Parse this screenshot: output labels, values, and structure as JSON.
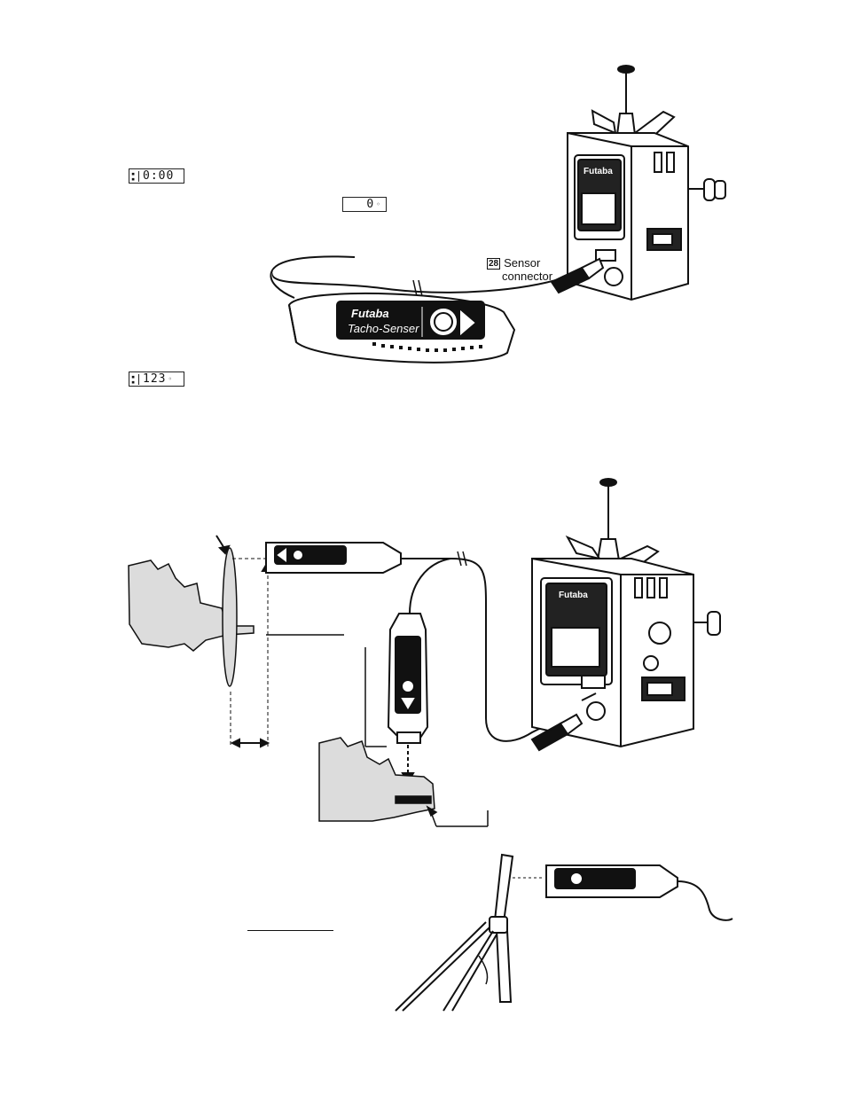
{
  "displays": {
    "timer_readout": "0:00",
    "zero_readout": "0",
    "rpm_readout": "123"
  },
  "callouts": {
    "sensor_connector_number": "28",
    "sensor_connector_line1": "Sensor",
    "sensor_connector_line2": "connector"
  },
  "devices": {
    "brand_name": "Futaba",
    "sensor_product_name": "Tacho-Senser"
  }
}
